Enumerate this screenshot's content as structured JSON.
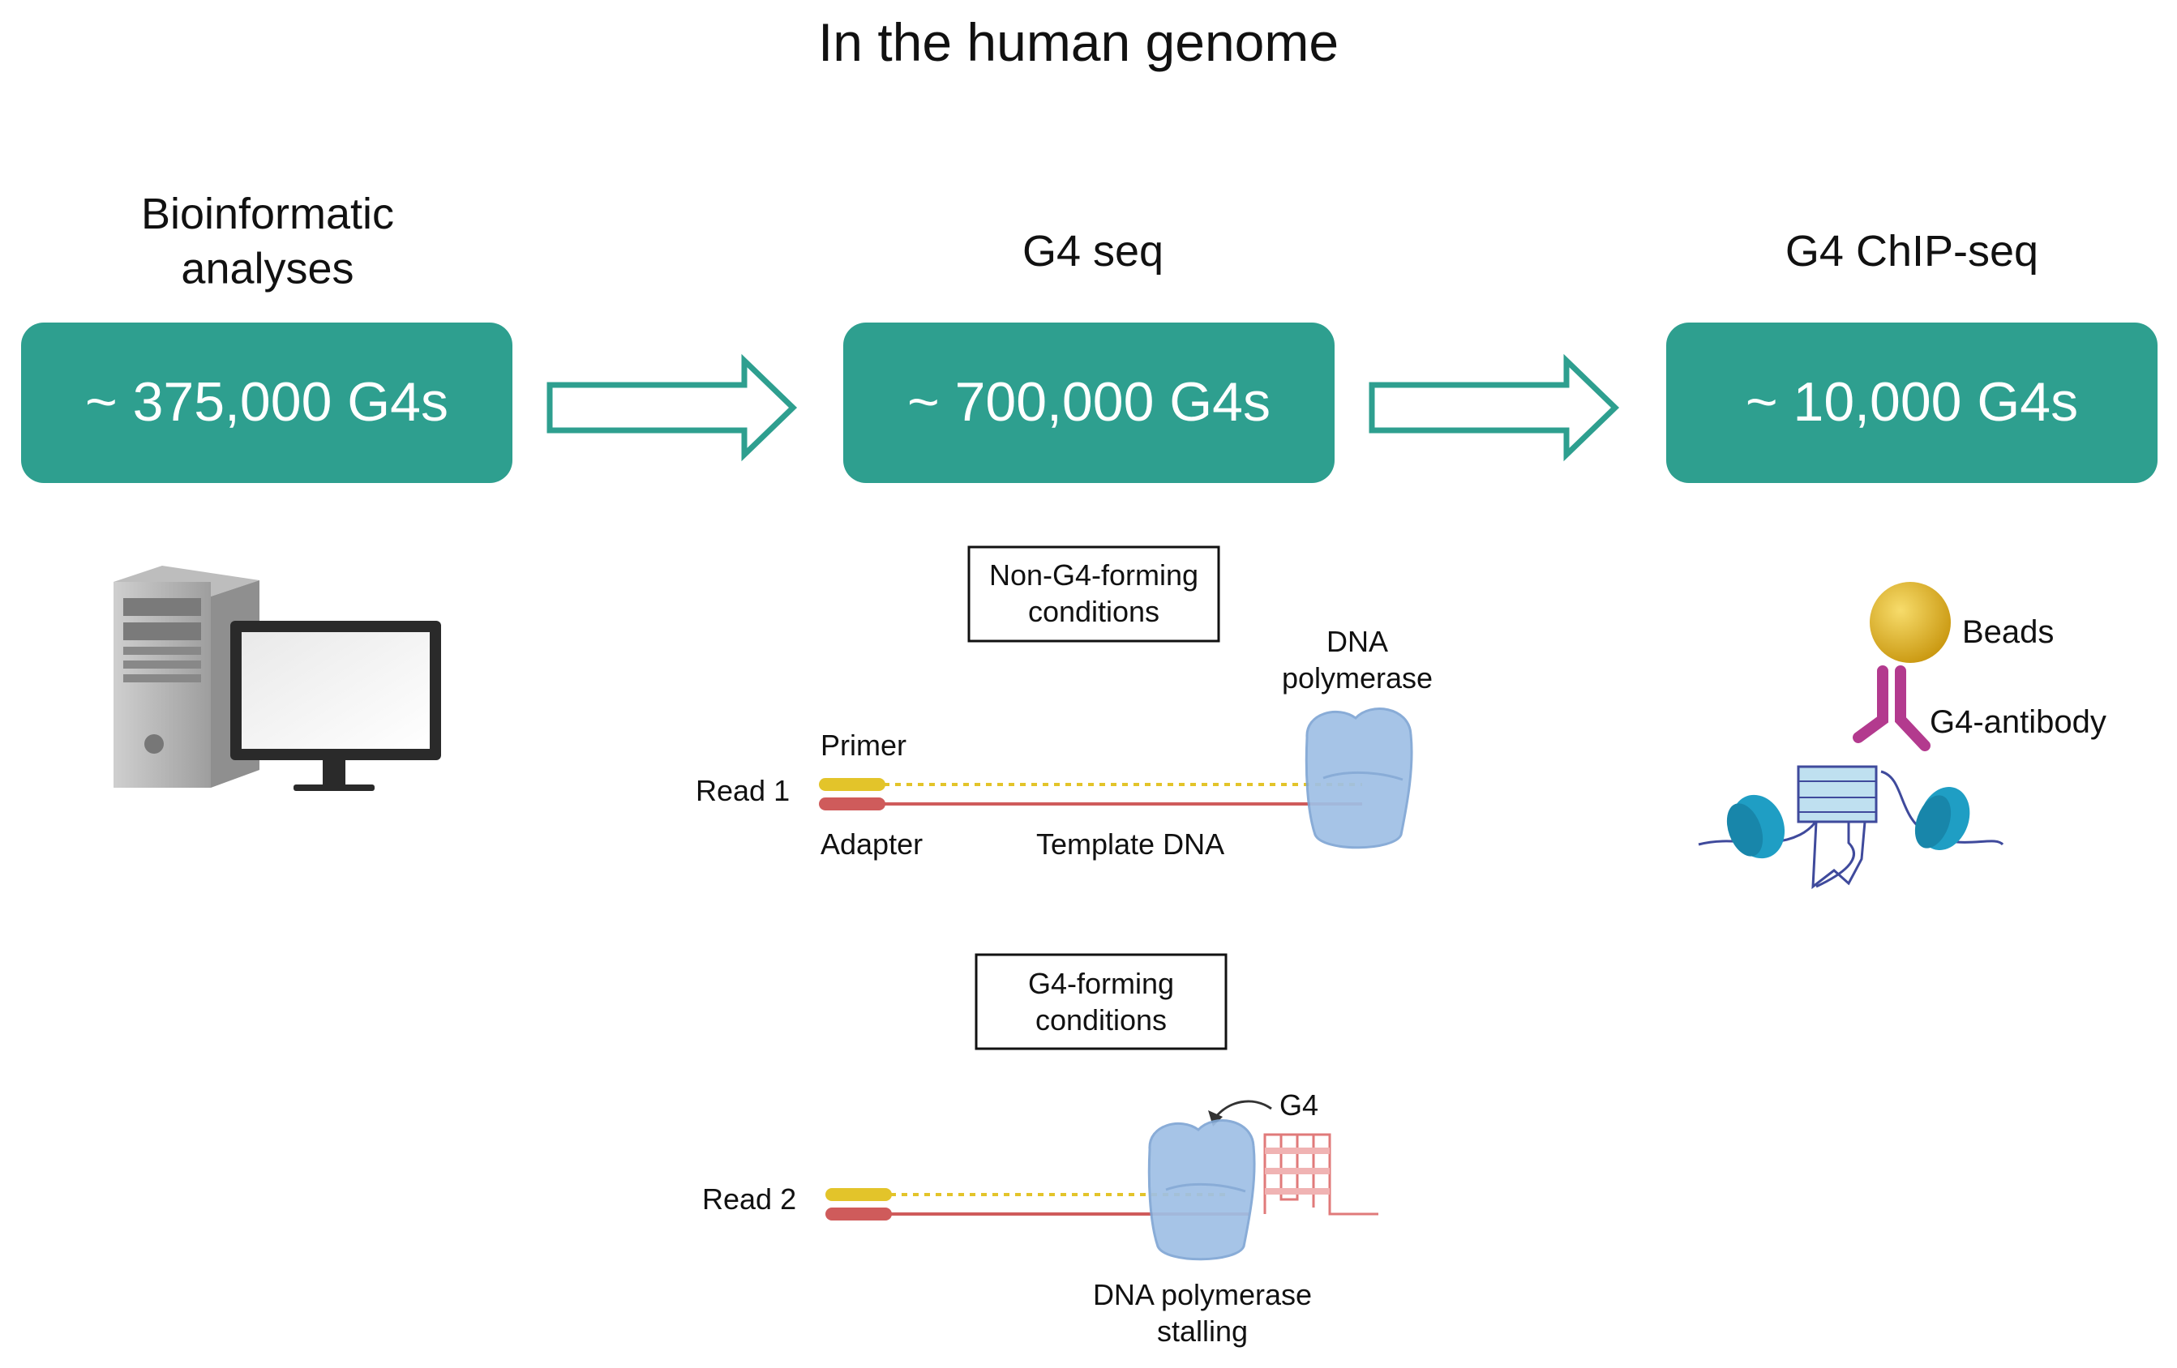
{
  "title": "In the human genome",
  "colors": {
    "teal": "#2e9f8f",
    "yellow": "#e3c42a",
    "red": "#cf5b5b",
    "pink": "#e7a1a1",
    "polymerase": "#9fc0e6",
    "bead": "#e0b52c",
    "antibody": "#b33a8e",
    "nucleosome": "#1f9ec4",
    "dna_strand": "#3f4a9c"
  },
  "stages": [
    {
      "heading": "Bioinformatic\nanalyses",
      "count": "~ 375,000 G4s",
      "illustration": "computer-icon"
    },
    {
      "heading": "G4 seq",
      "count": "~ 700,000 G4s",
      "illustration": "sequencing-diagram"
    },
    {
      "heading": "G4 ChIP-seq",
      "count": "~ 10,000 G4s",
      "illustration": "chip-diagram"
    }
  ],
  "g4seq": {
    "non_forming": {
      "box_label": "Non-G4-forming\nconditions",
      "read_label": "Read 1",
      "primer_label": "Primer",
      "adapter_label": "Adapter",
      "template_label": "Template DNA",
      "polymerase_label": "DNA\npolymerase"
    },
    "forming": {
      "box_label": "G4-forming\nconditions",
      "read_label": "Read 2",
      "g4_label": "G4",
      "stall_label": "DNA  polymerase\nstalling"
    }
  },
  "chip": {
    "beads_label": "Beads",
    "antibody_label": "G4-antibody"
  }
}
